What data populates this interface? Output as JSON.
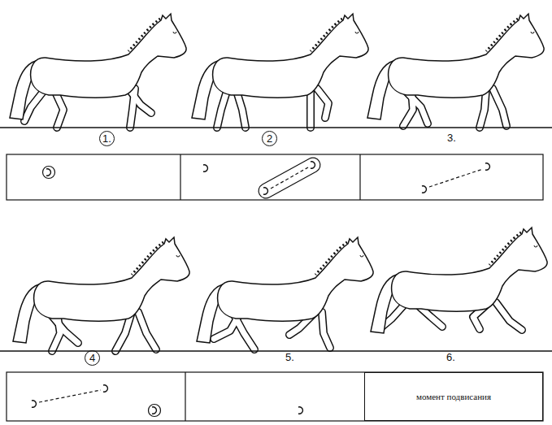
{
  "diagram": {
    "nodes": [
      {
        "text": [
          "момент подвисания"
        ]
      }
    ],
    "labels": [
      "1.",
      "2",
      "3.",
      "4",
      "5.",
      "6."
    ]
  }
}
